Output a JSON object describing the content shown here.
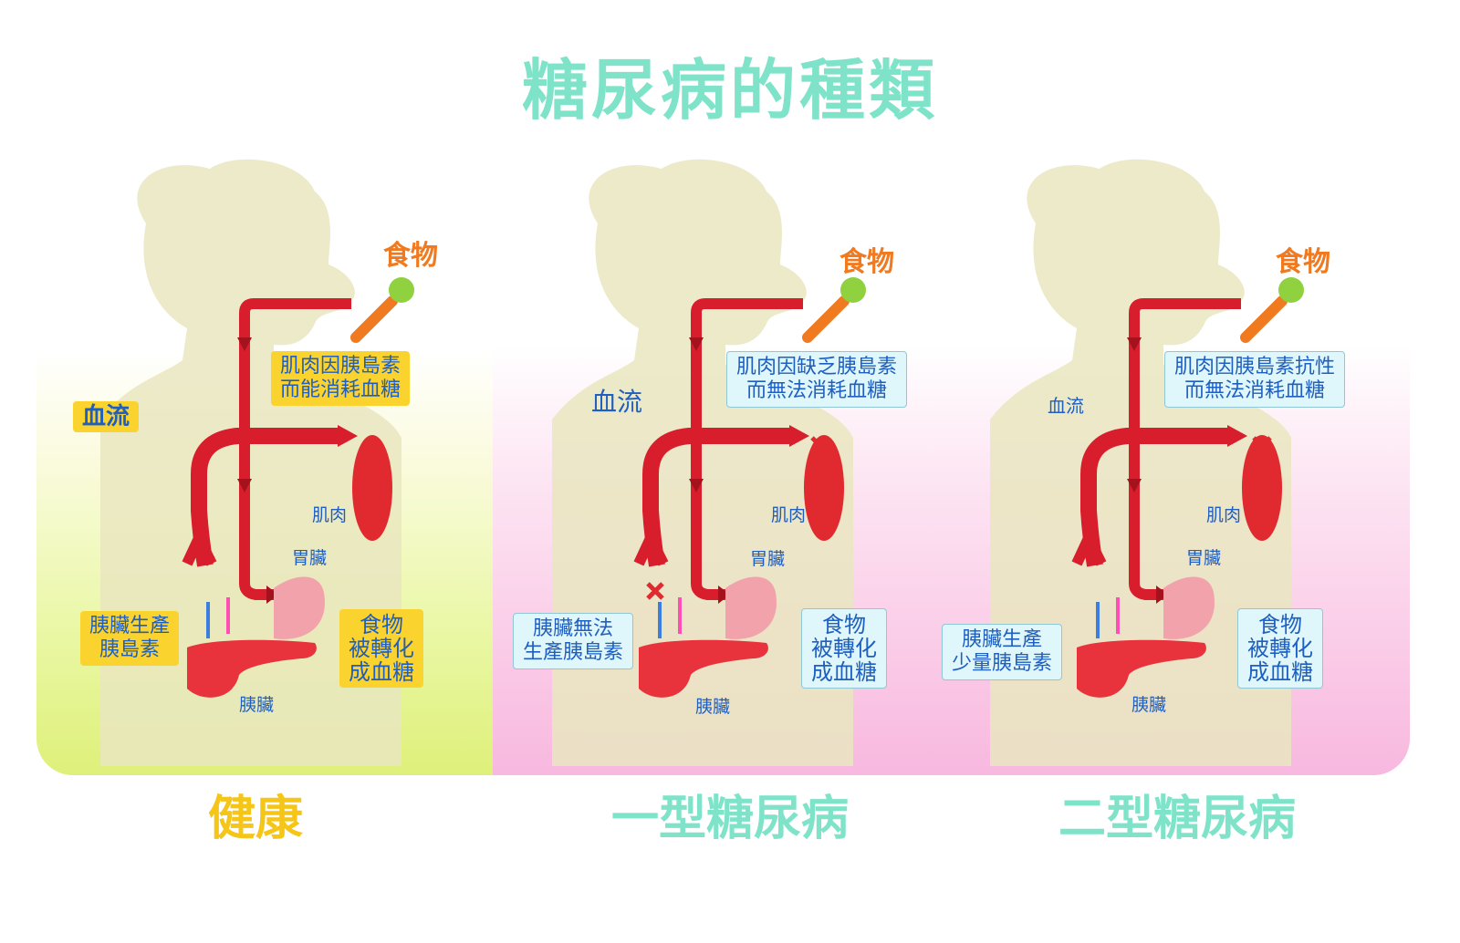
{
  "title": "糖尿病的種類",
  "food_label": "食物",
  "organs": {
    "muscle": "肌肉",
    "stomach": "胃臟",
    "pancreas": "胰臟"
  },
  "colors": {
    "title": "#7fe3c9",
    "healthy_caption": "#f5c518",
    "diabetes_caption": "#7fe3c9",
    "food": "#f07a20",
    "label_text": "#1f5fc2",
    "artery": "#d81e2c"
  },
  "panels": {
    "healthy": {
      "caption": "健康",
      "blood": "血流",
      "muscle_note": [
        "肌肉因胰島素",
        "而能消耗血糖"
      ],
      "pancreas_note": [
        "胰臟生產",
        "胰島素"
      ],
      "food_note": [
        "食物",
        "被轉化",
        "成血糖"
      ]
    },
    "type1": {
      "caption": "一型糖尿病",
      "blood": "血流",
      "muscle_note": [
        "肌肉因缺乏胰島素",
        "而無法消耗血糖"
      ],
      "pancreas_note": [
        "胰臟無法",
        "生產胰島素"
      ],
      "food_note": [
        "食物",
        "被轉化",
        "成血糖"
      ]
    },
    "type2": {
      "caption": "二型糖尿病",
      "blood": "血流",
      "muscle_note": [
        "肌肉因胰島素抗性",
        "而無法消耗血糖"
      ],
      "pancreas_note": [
        "胰臟生產",
        "少量胰島素"
      ],
      "food_note": [
        "食物",
        "被轉化",
        "成血糖"
      ]
    }
  }
}
